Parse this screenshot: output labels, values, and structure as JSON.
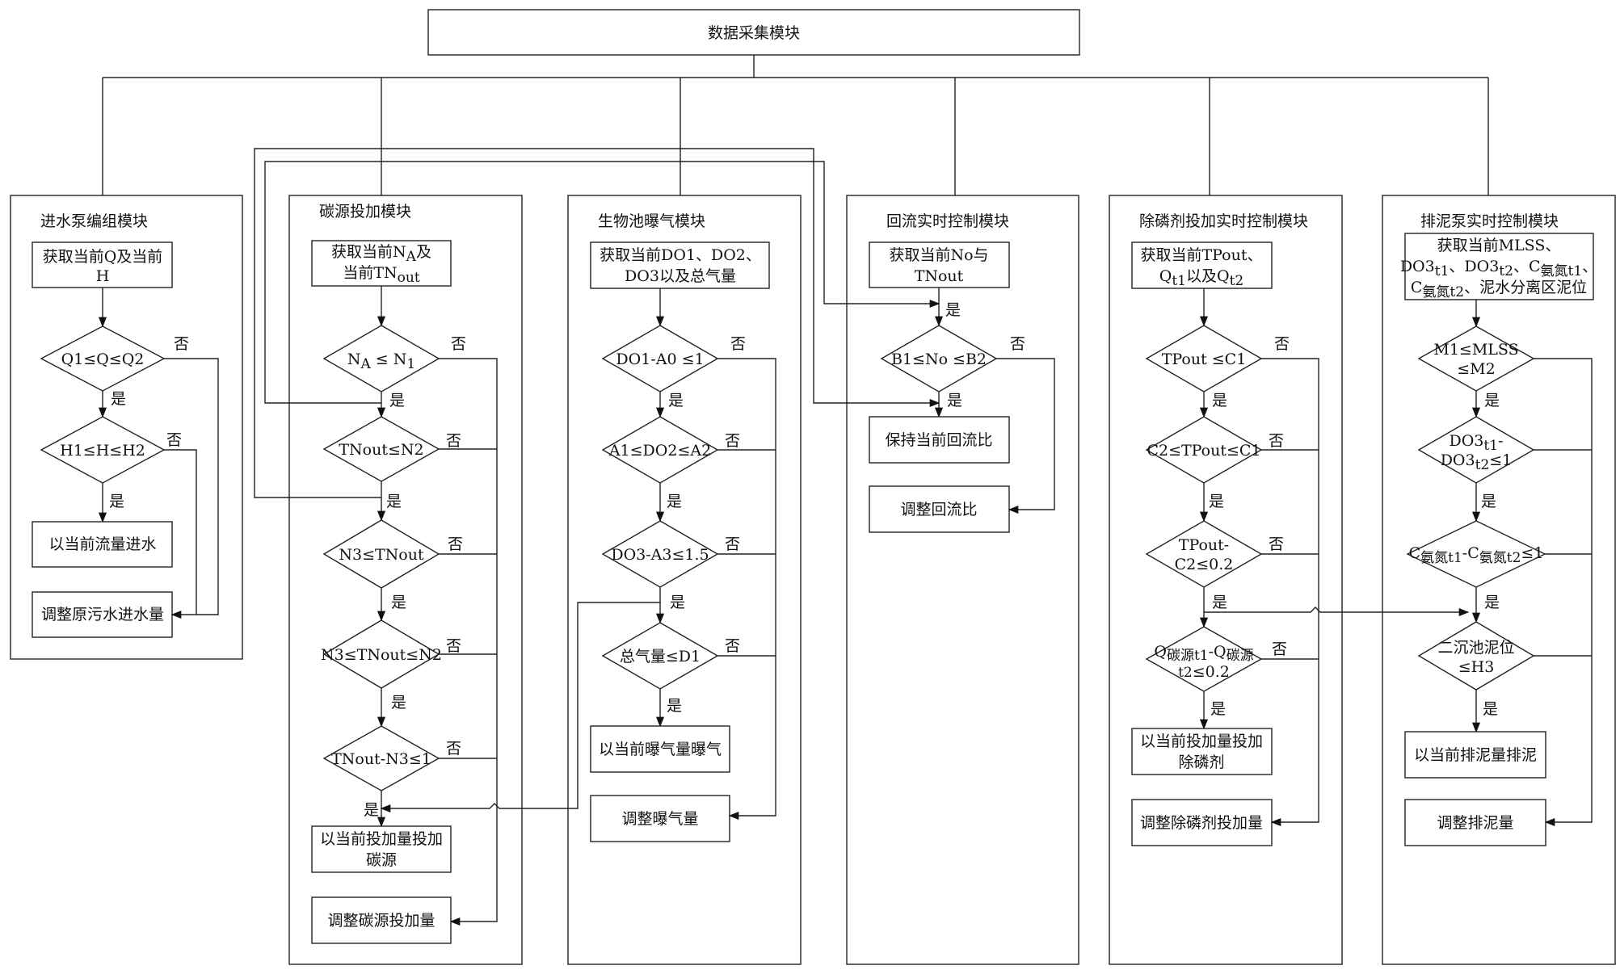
{
  "top": {
    "title": "数据采集模块"
  },
  "labels": {
    "yes": "是",
    "no": "否"
  },
  "m1": {
    "title": "进水泵编组模块",
    "get1": "获取当前Q及当前",
    "get2": "H",
    "d1": "Q1≤Q≤Q2",
    "d2": "H1≤H≤H2",
    "ok": "以当前流量进水",
    "adj": "调整原污水进水量"
  },
  "m2": {
    "title": "碳源投加模块",
    "get1": "获取当前N",
    "get1sub": "A",
    "get1b": "及",
    "get2": "当前TN",
    "get2sub": "out",
    "d1a": "N",
    "d1asub": "A",
    "d1b": " ≤ N",
    "d1bsub": "1",
    "d2": "TNout≤N2",
    "d3": "N3≤TNout",
    "d4": "N3≤TNout≤N2",
    "d5": "TNout-N3≤1",
    "ok1": "以当前投加量投加",
    "ok2": "碳源",
    "adj": "调整碳源投加量"
  },
  "m3": {
    "title": "生物池曝气模块",
    "get1": "获取当前DO1、DO2、",
    "get2": "DO3以及总气量",
    "d1": "DO1-A0 ≤1",
    "d2": "A1≤DO2≤A2",
    "d3": "DO3-A3≤1.5",
    "d4": "总气量≤D1",
    "ok": "以当前曝气量曝气",
    "adj": "调整曝气量"
  },
  "m4": {
    "title": "回流实时控制模块",
    "get1": "获取当前No与",
    "get2": "TNout",
    "d1": "B1≤No ≤B2",
    "ok": "保持当前回流比",
    "adj": "调整回流比"
  },
  "m5": {
    "title": "除磷剂投加实时控制模块",
    "get1": "获取当前TPout、",
    "get2a": "Q",
    "get2asub": "t1",
    "get2b": "以及Q",
    "get2bsub": "t2",
    "d1": "TPout ≤C1",
    "d2": "C2≤TPout≤C1",
    "d3a": "TPout-",
    "d3b": "C2≤0.2",
    "d4a": "Q",
    "d4asub": "碳源t1",
    "d4b": "-Q",
    "d4bsub": "碳源",
    "d4c": "t2",
    "d4d": "≤0.2",
    "ok1": "以当前投加量投加",
    "ok2": "除磷剂",
    "adj": "调整除磷剂投加量"
  },
  "m6": {
    "title": "排泥泵实时控制模块",
    "get1": "获取当前MLSS、",
    "get2a": "DO3",
    "get2asub": "t1",
    "get2b": "、DO3",
    "get2bsub": "t2",
    "get2c": "、C",
    "get2csub": "氨氮t1",
    "get2d": "、",
    "get3a": "C",
    "get3asub": "氨氮t2",
    "get3b": "、泥水分离区泥位",
    "d1a": "M1≤MLSS",
    "d1b": "≤M2",
    "d2a": "DO3",
    "d2asub": "t1",
    "d2b": "-",
    "d2c": "DO3",
    "d2csub": "t2",
    "d2d": "≤1",
    "d3a": "C",
    "d3asub": "氨氮t1",
    "d3b": "-C",
    "d3bsub": "氨氮t2",
    "d3c": "≤1",
    "d4a": "二沉池泥位",
    "d4b": "≤H3",
    "ok": "以当前排泥量排泥",
    "adj": "调整排泥量"
  }
}
